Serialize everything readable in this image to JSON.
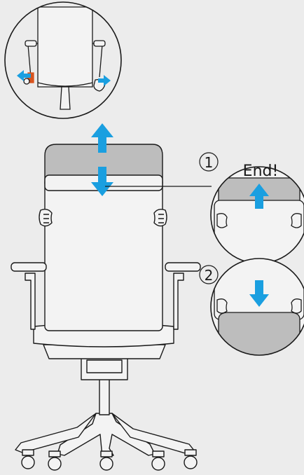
{
  "steps": [
    {
      "number": "1",
      "caption": "End!"
    },
    {
      "number": "2",
      "caption": ""
    }
  ],
  "colors": {
    "background": "#ececec",
    "arrow": "#1a9fe0",
    "headrest": "#bdbdbd",
    "chair_back": "#f3f3f3",
    "outline": "#1a1a1a",
    "lever": "#d9541e"
  },
  "icons": {
    "up_arrow": "arrow-up-icon",
    "down_arrow": "arrow-down-icon",
    "left_arrow": "arrow-left-icon",
    "right_arrow": "arrow-right-icon",
    "hand": "hand-icon"
  }
}
